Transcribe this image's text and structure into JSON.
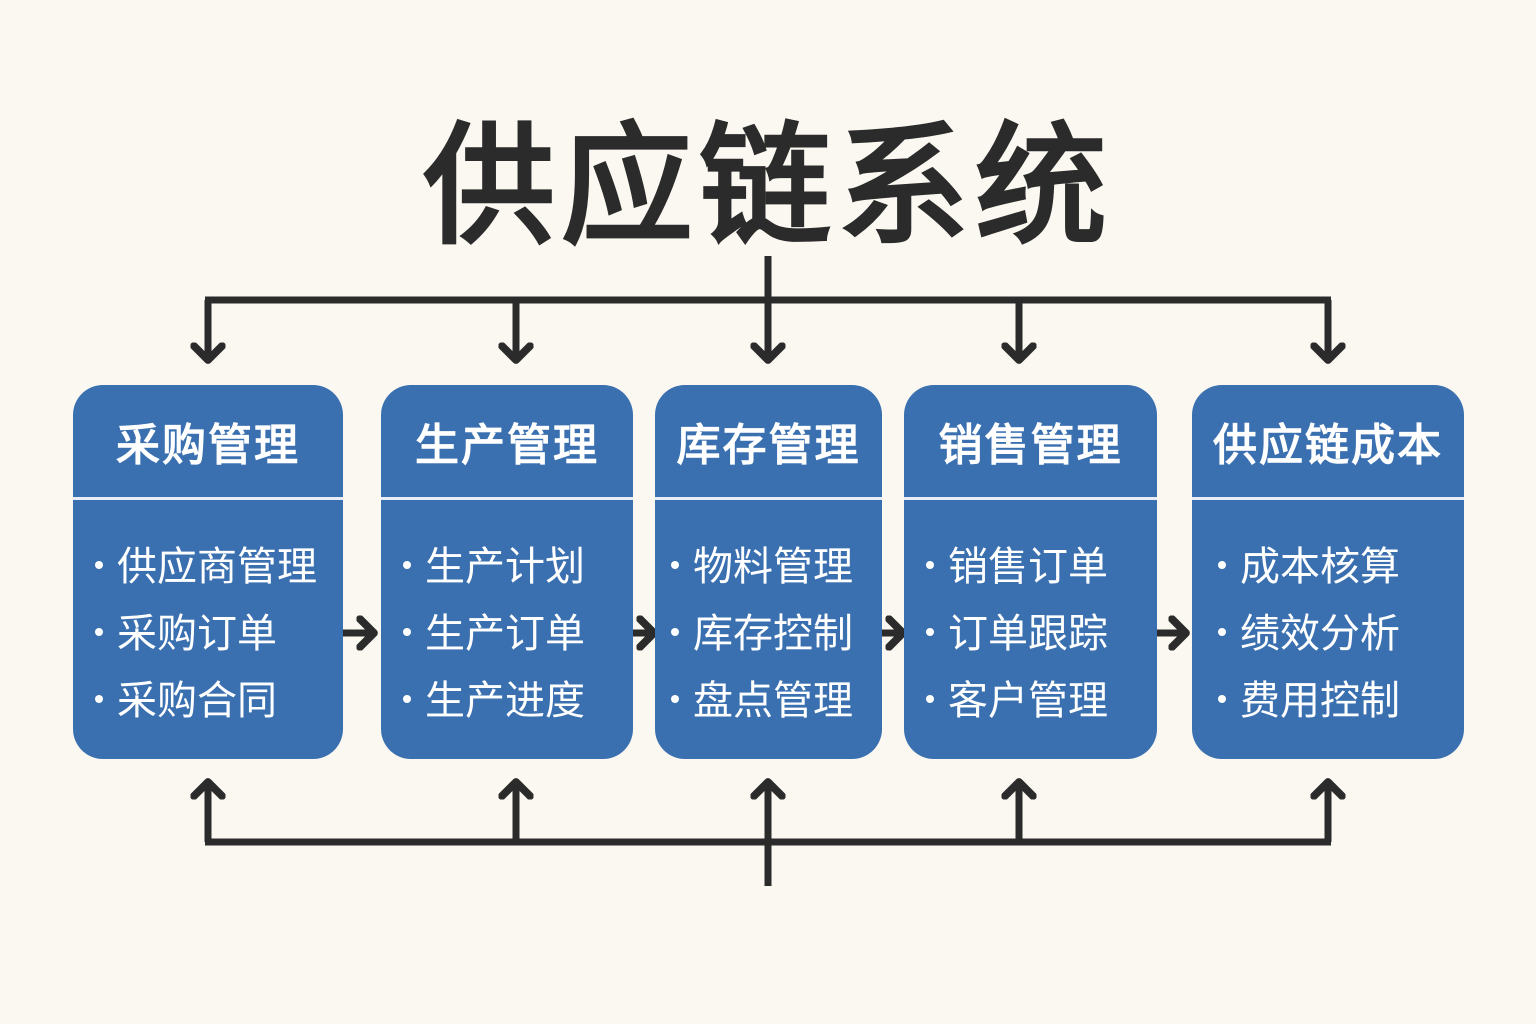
{
  "title": "供应链系统",
  "modules": [
    {
      "name": "采购管理",
      "items": [
        "供应商管理",
        "采购订单",
        "采购合同"
      ]
    },
    {
      "name": "生产管理",
      "items": [
        "生产计划",
        "生产订单",
        "生产进度"
      ]
    },
    {
      "name": "库存管理",
      "items": [
        "物料管理",
        "库存控制",
        "盘点管理"
      ]
    },
    {
      "name": "销售管理",
      "items": [
        "销售订单",
        "订单跟踪",
        "客户管理"
      ]
    },
    {
      "name": "供应链成本",
      "items": [
        "成本核算",
        "绩效分析",
        "费用控制"
      ]
    }
  ],
  "colors": {
    "box": "#3a70b0",
    "line": "#2b2b2b",
    "background": "#fbf8f1"
  }
}
